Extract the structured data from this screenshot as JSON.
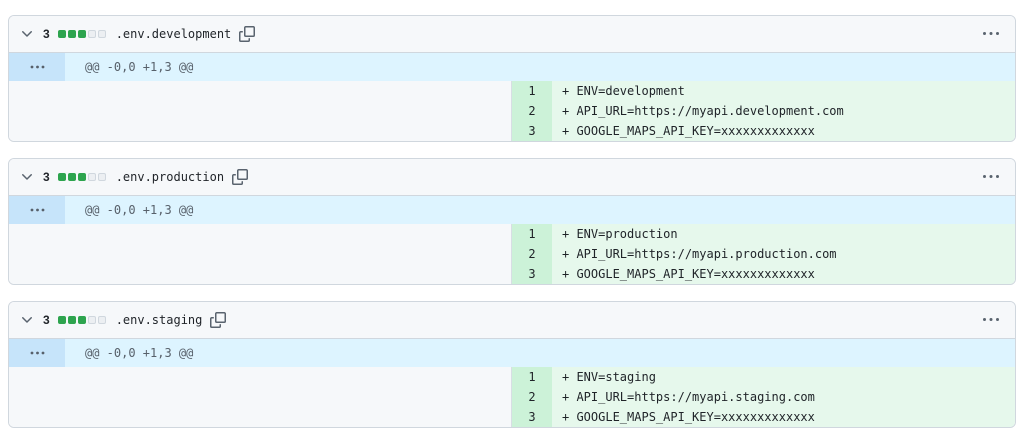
{
  "files": [
    {
      "changes": "3",
      "name": ".env.development",
      "diffstat": {
        "added_blocks": 3,
        "neutral_blocks": 2
      },
      "hunk": "@@ -0,0 +1,3 @@",
      "lines": [
        {
          "num": "1",
          "code": "+ ENV=development"
        },
        {
          "num": "2",
          "code": "+ API_URL=https://myapi.development.com"
        },
        {
          "num": "3",
          "code": "+ GOOGLE_MAPS_API_KEY=xxxxxxxxxxxxx"
        }
      ]
    },
    {
      "changes": "3",
      "name": ".env.production",
      "diffstat": {
        "added_blocks": 3,
        "neutral_blocks": 2
      },
      "hunk": "@@ -0,0 +1,3 @@",
      "lines": [
        {
          "num": "1",
          "code": "+ ENV=production"
        },
        {
          "num": "2",
          "code": "+ API_URL=https://myapi.production.com"
        },
        {
          "num": "3",
          "code": "+ GOOGLE_MAPS_API_KEY=xxxxxxxxxxxxx"
        }
      ]
    },
    {
      "changes": "3",
      "name": ".env.staging",
      "diffstat": {
        "added_blocks": 3,
        "neutral_blocks": 2
      },
      "hunk": "@@ -0,0 +1,3 @@",
      "lines": [
        {
          "num": "1",
          "code": "+ ENV=staging"
        },
        {
          "num": "2",
          "code": "+ API_URL=https://myapi.staging.com"
        },
        {
          "num": "3",
          "code": "+ GOOGLE_MAPS_API_KEY=xxxxxxxxxxxxx"
        }
      ]
    }
  ],
  "colors": {
    "header_bg": "#f6f8fa",
    "border": "#d0d7de",
    "hunk_bg": "#ddf4ff",
    "hunk_expander_bg": "#c6e4fa",
    "addition_num_bg": "#ccf2d8",
    "addition_line_bg": "#e6f8ec",
    "diffstat_added": "#2da44e",
    "empty_cell_bg": "#f6f8fa"
  },
  "icons": {
    "collapse": "chevron-down-icon",
    "copy": "copy-icon",
    "menu": "kebab-horizontal-icon",
    "expand": "hunk-expand-dots-icon"
  }
}
